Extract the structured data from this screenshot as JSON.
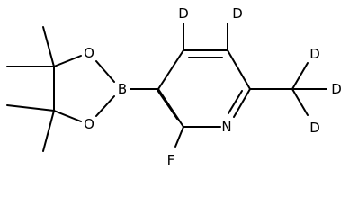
{
  "molecule": {
    "atoms": {
      "boron": "B",
      "oxygen_upper": "O",
      "oxygen_lower": "O",
      "nitrogen": "N",
      "fluorine": "F",
      "deuterium_c4": "D",
      "deuterium_c5": "D",
      "deuterium_methyl_top": "D",
      "deuterium_methyl_right": "D",
      "deuterium_methyl_bottom": "D"
    }
  }
}
